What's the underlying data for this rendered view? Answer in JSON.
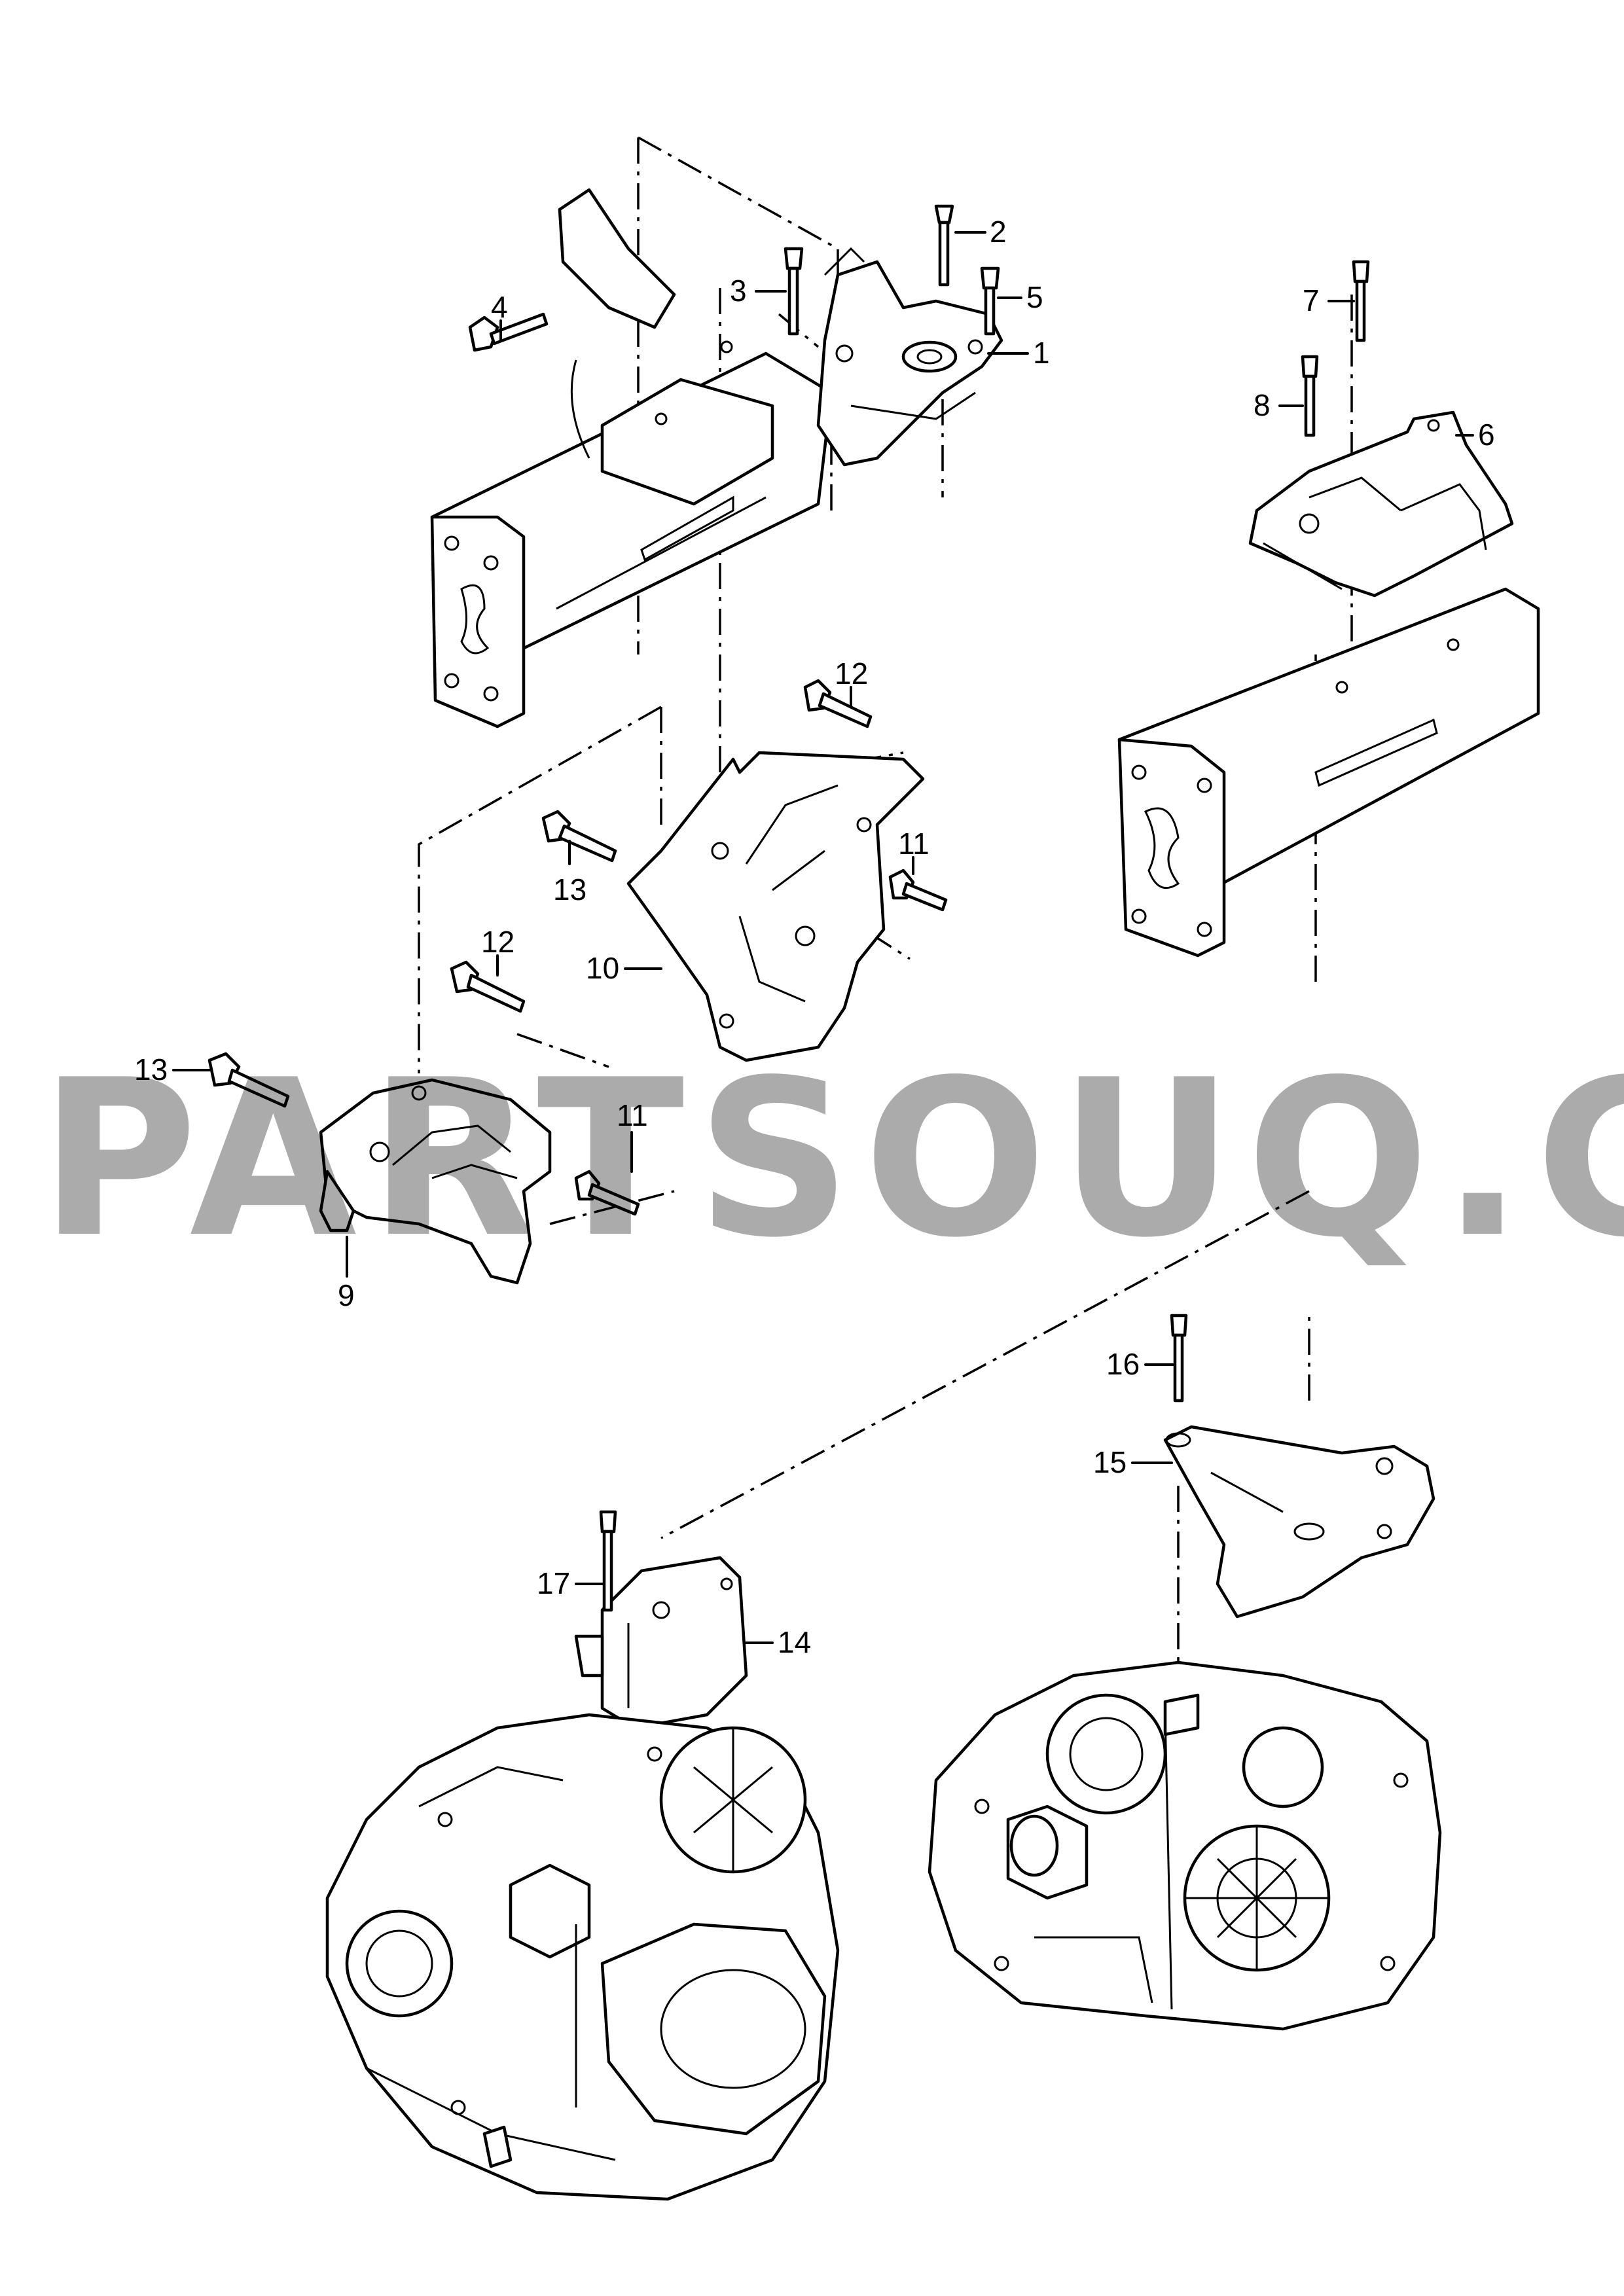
{
  "watermark": "PARTSOUQ.COM",
  "callouts": [
    {
      "id": "c1",
      "text": "1"
    },
    {
      "id": "c2",
      "text": "2"
    },
    {
      "id": "c3",
      "text": "3"
    },
    {
      "id": "c4",
      "text": "4"
    },
    {
      "id": "c5",
      "text": "5"
    },
    {
      "id": "c6",
      "text": "6"
    },
    {
      "id": "c7",
      "text": "7"
    },
    {
      "id": "c8",
      "text": "8"
    },
    {
      "id": "c9",
      "text": "9"
    },
    {
      "id": "c10",
      "text": "10"
    },
    {
      "id": "c11a",
      "text": "11"
    },
    {
      "id": "c11b",
      "text": "11"
    },
    {
      "id": "c12a",
      "text": "12"
    },
    {
      "id": "c12b",
      "text": "12"
    },
    {
      "id": "c13a",
      "text": "13"
    },
    {
      "id": "c13b",
      "text": "13"
    },
    {
      "id": "c14",
      "text": "14"
    },
    {
      "id": "c15",
      "text": "15"
    },
    {
      "id": "c16",
      "text": "16"
    },
    {
      "id": "c17",
      "text": "17"
    }
  ]
}
